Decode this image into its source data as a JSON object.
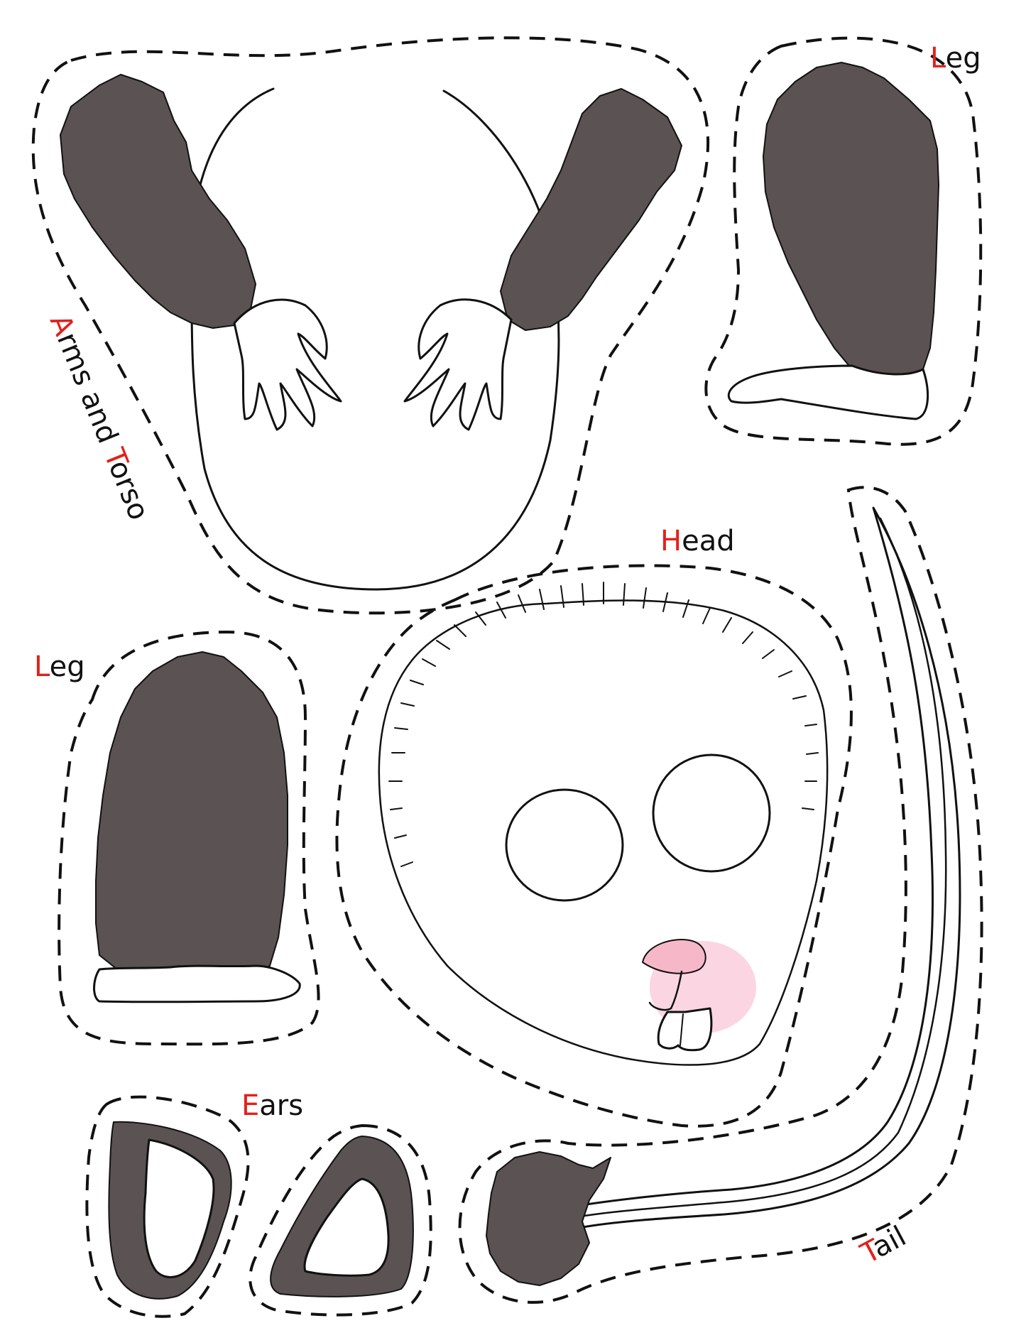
{
  "colors": {
    "fur": "#5a5253",
    "outline": "#111111",
    "label_accent": "#e3201b",
    "nose": "#f6b8c8",
    "muzzle": "#fbd5e2"
  },
  "labels": {
    "arms_torso": {
      "initial_a": "A",
      "rest_a": "rms and ",
      "initial_t": "T",
      "rest_t": "orso"
    },
    "leg_top": {
      "initial": "L",
      "rest": "eg"
    },
    "leg_left": {
      "initial": "L",
      "rest": "eg"
    },
    "head": {
      "initial": "H",
      "rest": "ead"
    },
    "ears": {
      "initial": "E",
      "rest": "ars"
    },
    "tail": {
      "initial": "T",
      "rest": "ail"
    }
  }
}
